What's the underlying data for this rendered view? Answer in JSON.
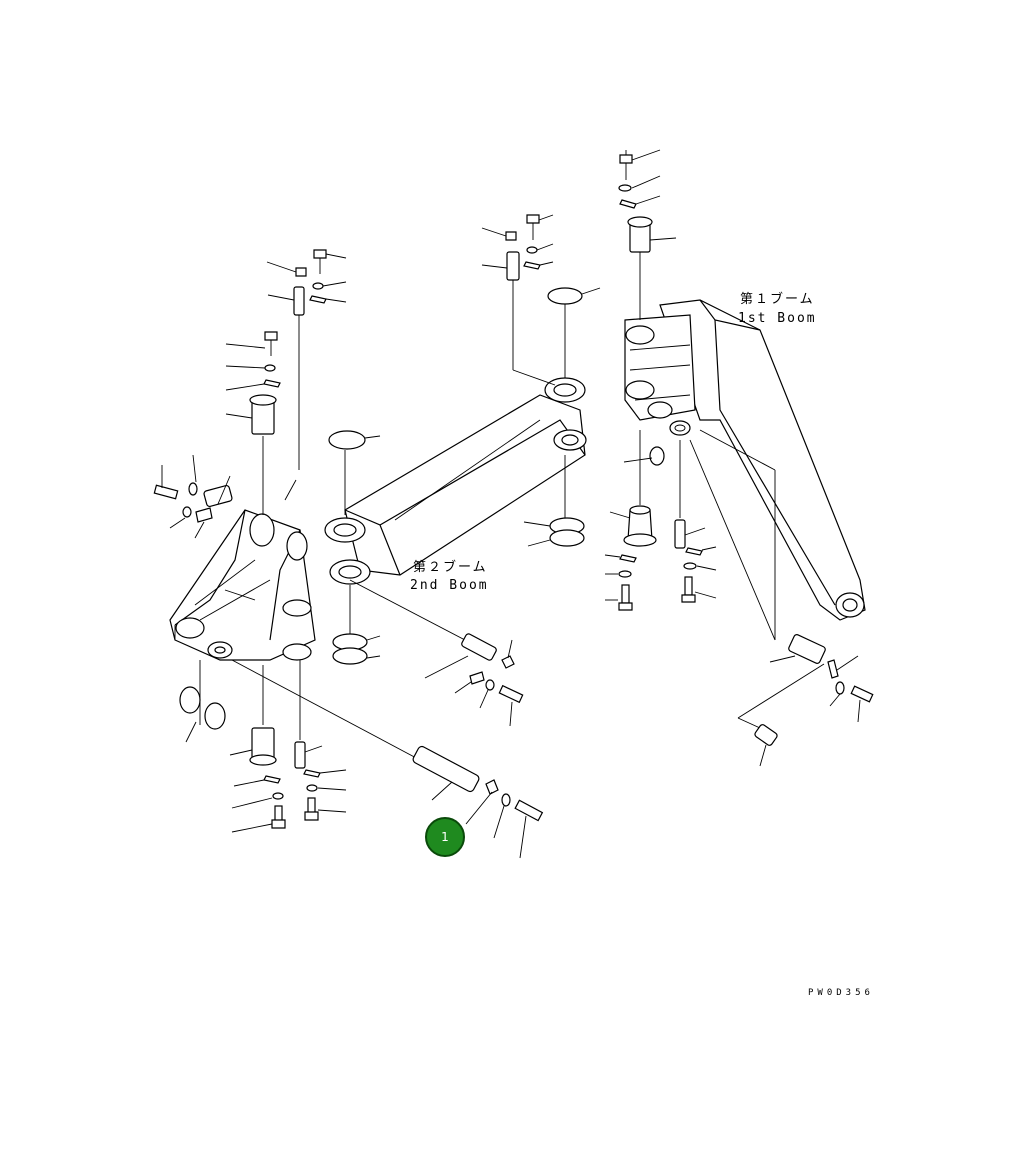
{
  "labels": {
    "boom1_jp": "第１ブーム",
    "boom1_en": "1st Boom",
    "boom2_jp": "第２ブーム",
    "boom2_en": "2nd Boom"
  },
  "drawing_code": "PW0D356",
  "callout": {
    "number": "1",
    "color": "#1f8a1f"
  }
}
